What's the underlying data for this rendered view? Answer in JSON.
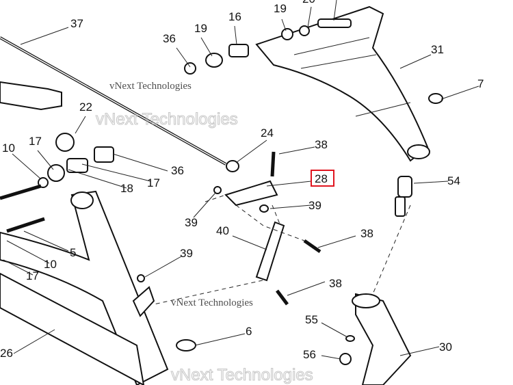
{
  "diagram": {
    "highlight_color": "#e0141e",
    "highlighted_label": "28",
    "labels": [
      "37",
      "36",
      "19",
      "16",
      "19",
      "20",
      "31",
      "7",
      "22",
      "10",
      "17",
      "24",
      "38",
      "28",
      "36",
      "17",
      "18",
      "54",
      "39",
      "39",
      "40",
      "38",
      "5",
      "10",
      "17",
      "39",
      "38",
      "55",
      "30",
      "26",
      "6",
      "56"
    ],
    "watermark": {
      "outline_text": "vNext Technologies",
      "serif_text": "vNext Technologies"
    }
  }
}
